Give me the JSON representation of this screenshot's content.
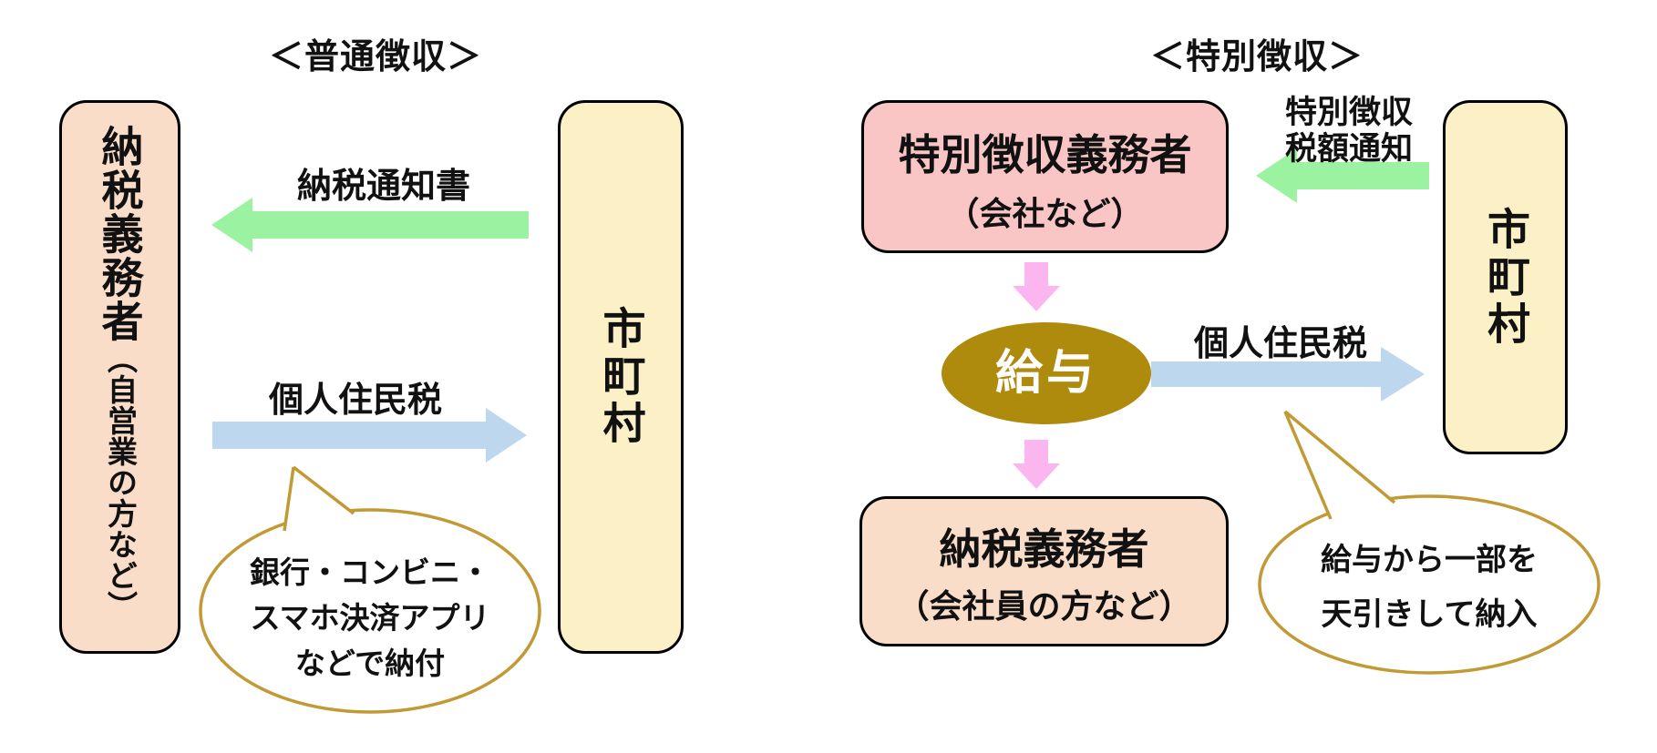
{
  "colors": {
    "peach_box_fill": "#F9DDC9",
    "pink_box_fill": "#F9C6C5",
    "cream_box_fill": "#FCF0C6",
    "green_arrow": "#9BF2A1",
    "blue_arrow": "#BDD7EE",
    "pink_arrow": "#FBB6F0",
    "olive_ellipse": "#AE8B0D",
    "bubble_border": "#C29A35",
    "box_border": "#000000"
  },
  "left_diagram": {
    "title": "＜普通徴収＞",
    "taxpayer_box": {
      "name": "納税義務者",
      "note": "（自営業の方など）"
    },
    "municipality_box": {
      "name": "市町村"
    },
    "notice_arrow": {
      "label": "納税通知書",
      "direction": "left"
    },
    "tax_arrow": {
      "label": "個人住民税",
      "direction": "right"
    },
    "bubble": {
      "lines": [
        "銀行・コンビニ・",
        "スマホ決済アプリ",
        "などで納付"
      ]
    }
  },
  "right_diagram": {
    "title": "＜特別徴収＞",
    "collector_box": {
      "name": "特別徴収義務者",
      "note": "（会社など）"
    },
    "municipality_box": {
      "name": "市町村"
    },
    "notice_arrow": {
      "label_line1": "特別徴収",
      "label_line2": "税額通知",
      "direction": "left"
    },
    "salary_ellipse": {
      "label": "給与"
    },
    "tax_arrow": {
      "label": "個人住民税",
      "direction": "right"
    },
    "taxpayer_box": {
      "name": "納税義務者",
      "note": "（会社員の方など）"
    },
    "bubble": {
      "lines": [
        "給与から一部を",
        "天引きして納入"
      ]
    }
  }
}
